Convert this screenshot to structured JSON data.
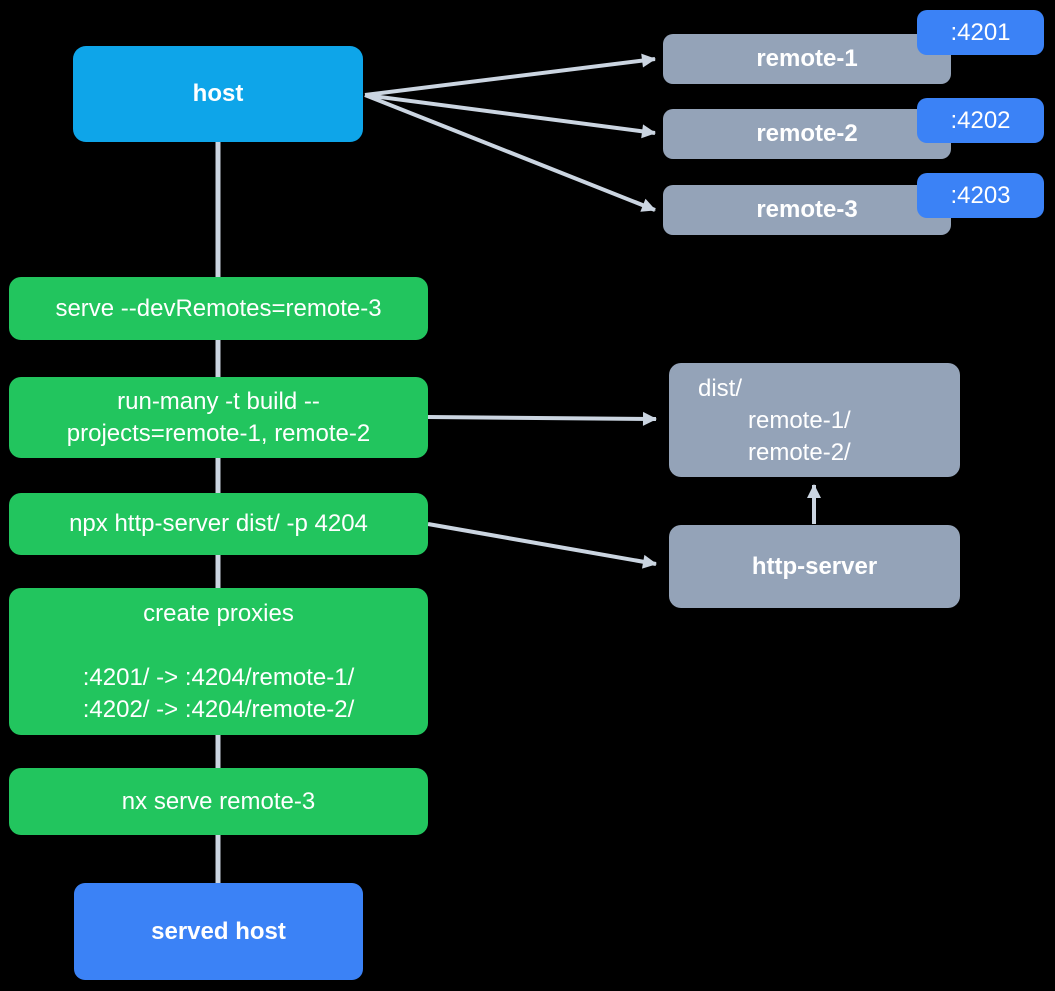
{
  "diagram": {
    "host": {
      "label": "host"
    },
    "remotes": [
      {
        "label": "remote-1",
        "port": ":4201"
      },
      {
        "label": "remote-2",
        "port": ":4202"
      },
      {
        "label": "remote-3",
        "port": ":4203"
      }
    ],
    "steps": [
      {
        "lines": [
          "serve --devRemotes=remote-3"
        ]
      },
      {
        "lines": [
          "run-many -t build --",
          "projects=remote-1, remote-2"
        ]
      },
      {
        "lines": [
          "npx http-server dist/ -p 4204"
        ]
      },
      {
        "lines": [
          "create proxies",
          "",
          ":4201/ -> :4204/remote-1/",
          ":4202/ -> :4204/remote-2/"
        ]
      },
      {
        "lines": [
          "nx serve remote-3"
        ]
      }
    ],
    "dist_box": {
      "lines": [
        "dist/",
        "remote-1/",
        "remote-2/"
      ]
    },
    "http_server": {
      "label": "http-server"
    },
    "served_host": {
      "label": "served host"
    },
    "edges": [
      {
        "from": "host",
        "to": "remote-1"
      },
      {
        "from": "host",
        "to": "remote-2"
      },
      {
        "from": "host",
        "to": "remote-3"
      },
      {
        "from": "host",
        "to": "served-host"
      },
      {
        "from": "step-run-many",
        "to": "dist"
      },
      {
        "from": "step-npx-http-server",
        "to": "http-server"
      },
      {
        "from": "http-server",
        "to": "dist"
      }
    ],
    "colors": {
      "host_blue": "#0EA5E9",
      "accent_blue": "#3B82F6",
      "step_green": "#22C55E",
      "node_gray": "#94A3B8",
      "edge_gray": "#CBD5E1",
      "text": "#FFFFFF",
      "background": "#000000"
    }
  }
}
